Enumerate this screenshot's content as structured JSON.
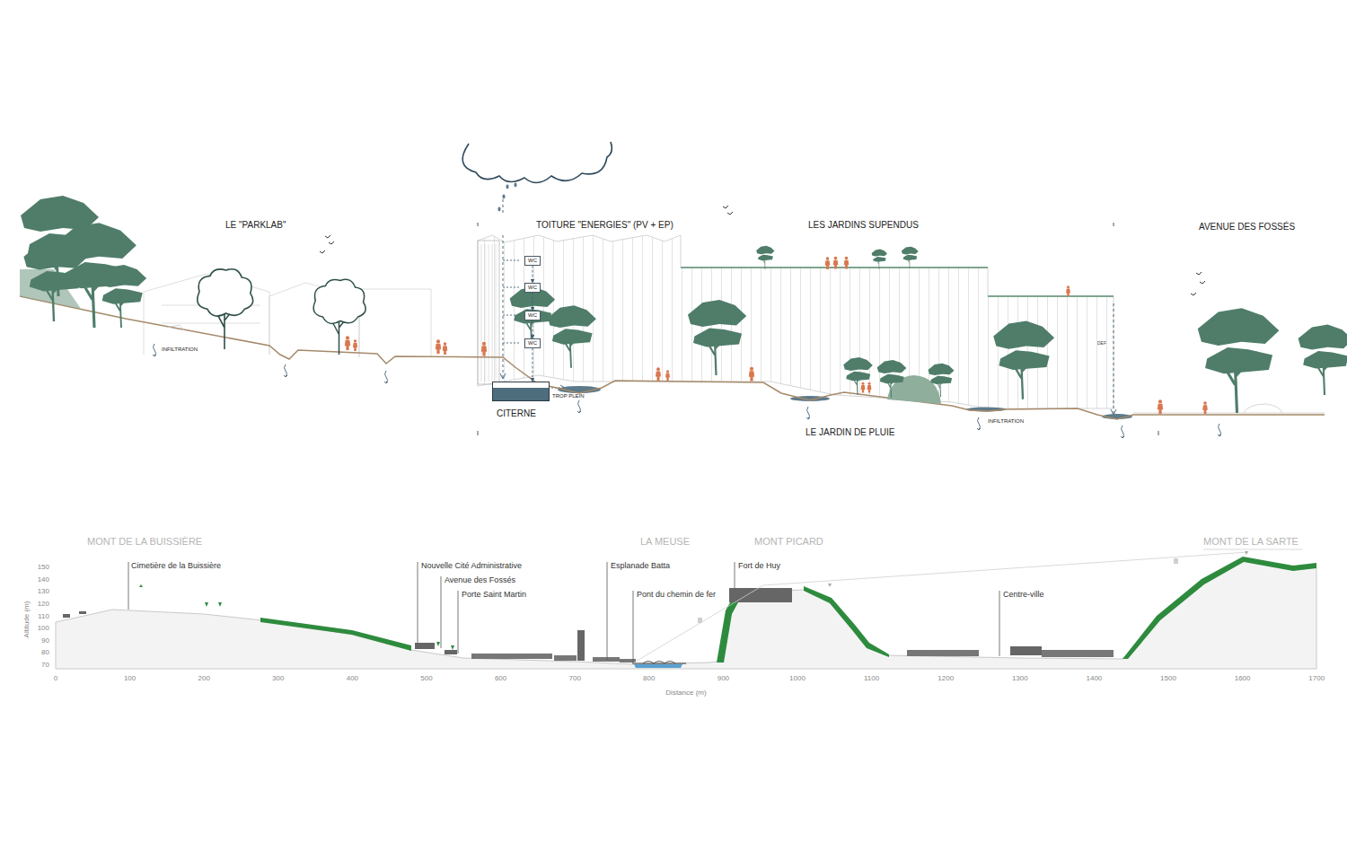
{
  "diagram": {
    "nodes": [
      {
        "text": [
          "WC"
        ]
      },
      {
        "text": [
          "WC"
        ]
      },
      {
        "text": [
          "WC"
        ]
      },
      {
        "text": [
          "WC"
        ]
      },
      {
        "text": [
          "CITERNE"
        ]
      }
    ],
    "edges": [
      {
        "from": 0,
        "to": 1,
        "arrow": "to"
      },
      {
        "from": 1,
        "to": 2,
        "arrow": "to"
      },
      {
        "from": 2,
        "to": 3,
        "arrow": "to"
      },
      {
        "from": 3,
        "to": 4,
        "arrow": "to"
      }
    ],
    "labels": [
      "LE \"PARKLAB\"",
      "TOITURE \"ENERGIES\"  (PV + EP)",
      "LES JARDINS SUPENDUS",
      "AVENUE DES FOSSÉS",
      "INFILTRATION",
      "TROP PLEIN",
      "LE JARDIN DE PLUIE",
      "INFILTRATION",
      "DEF",
      "MONT DE LA BUISSIÈRE",
      "LA MEUSE",
      "MONT PICARD",
      "MONT DE LA SARTE",
      "Cimetière de la Buissière",
      "Nouvelle Cité Administrative",
      "Avenue des Fossés",
      "Porte Saint Martin",
      "Esplanade Batta",
      "Pont du chemin de fer",
      "Fort de Huy",
      "Centre-ville",
      "Altitude (m)",
      "Distance (m)",
      "150",
      "140",
      "130",
      "120",
      "110",
      "100",
      "90",
      "80",
      "70",
      "0",
      "100",
      "200",
      "300",
      "400",
      "500",
      "600",
      "700",
      "800",
      "900",
      "1000",
      "1100",
      "1200",
      "1300",
      "1400",
      "1500",
      "1600",
      "1700"
    ]
  }
}
